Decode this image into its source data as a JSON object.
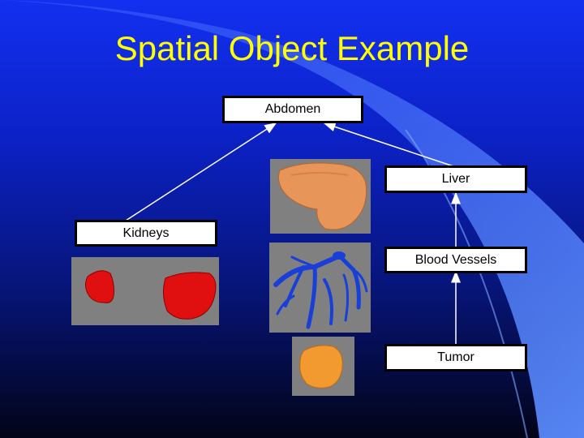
{
  "title": "Spatial Object Example",
  "nodes": {
    "abdomen": "Abdomen",
    "liver": "Liver",
    "kidneys": "Kidneys",
    "blood_vessels": "Blood Vessels",
    "tumor": "Tumor"
  },
  "colors": {
    "title": "#ffff00",
    "liver_render": "#e8955a",
    "kidney_render": "#e01010",
    "vessel_render": "#1a3fd8",
    "tumor_render": "#f29a30",
    "render_background": "#808080"
  }
}
